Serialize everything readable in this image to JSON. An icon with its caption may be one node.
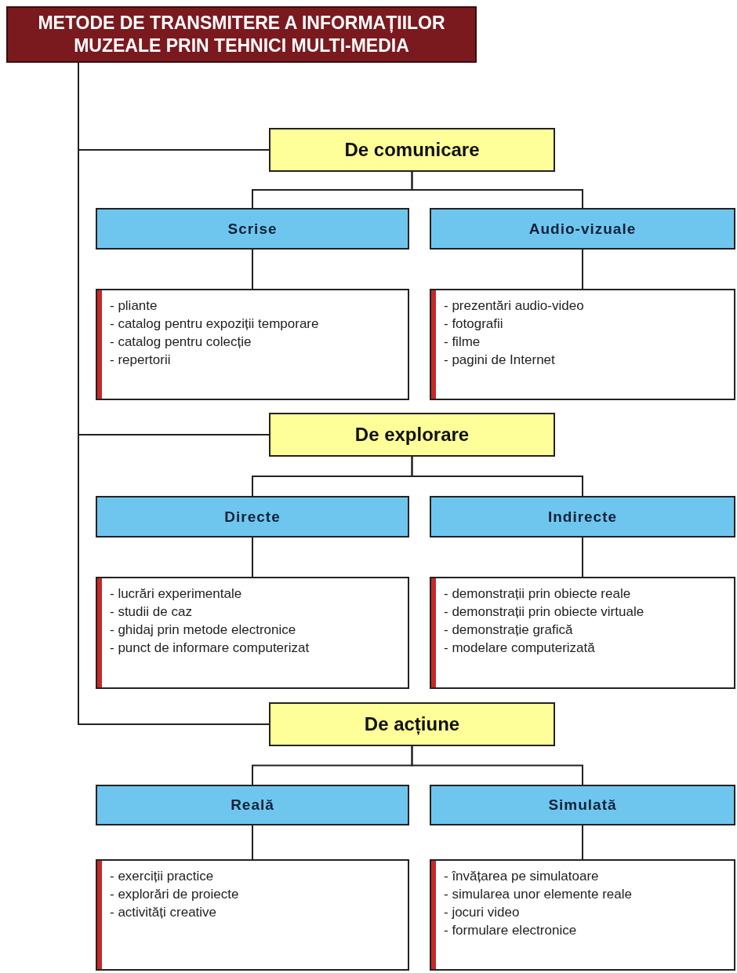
{
  "diagram": {
    "nodes": [
      {
        "text": [
          "METODE DE TRANSMITERE A INFORMAȚIILOR MUZEALE PRIN TEHNICI MULTI-MEDIA"
        ]
      },
      {
        "text": [
          "De comunicare"
        ]
      },
      {
        "text": [
          "Scrise"
        ]
      },
      {
        "text": [
          "Audio-vizuale"
        ]
      },
      {
        "text": [
          "- pliante",
          "- catalog pentru expoziții temporare",
          "- catalog pentru colecție",
          "- repertorii"
        ]
      },
      {
        "text": [
          "- prezentări audio-video",
          "- fotografii",
          "- filme",
          "- pagini de Internet"
        ]
      },
      {
        "text": [
          "De explorare"
        ]
      },
      {
        "text": [
          "Directe"
        ]
      },
      {
        "text": [
          "Indirecte"
        ]
      },
      {
        "text": [
          "- lucrări experimentale",
          "- studii de caz",
          "- ghidaj prin metode electronice",
          "- punct de informare computerizat"
        ]
      },
      {
        "text": [
          "- demonstrații prin obiecte reale",
          "- demonstrații prin obiecte virtuale",
          "- demonstrație grafică",
          "- modelare computerizată"
        ]
      },
      {
        "text": [
          "De acțiune"
        ]
      },
      {
        "text": [
          "Reală"
        ]
      },
      {
        "text": [
          "Simulată"
        ]
      },
      {
        "text": [
          "- exerciții practice",
          "- explorări de proiecte",
          "- activități creative"
        ]
      },
      {
        "text": [
          "- învățarea pe simulatoare",
          "- simularea unor elemente reale",
          "- jocuri video",
          "- formulare electronice"
        ]
      }
    ],
    "edges": [
      {
        "from": 0,
        "to": 1,
        "arrow": "none"
      },
      {
        "from": 0,
        "to": 6,
        "arrow": "none"
      },
      {
        "from": 0,
        "to": 11,
        "arrow": "none"
      },
      {
        "from": 1,
        "to": 2,
        "arrow": "none"
      },
      {
        "from": 1,
        "to": 3,
        "arrow": "none"
      },
      {
        "from": 2,
        "to": 4,
        "arrow": "none"
      },
      {
        "from": 3,
        "to": 5,
        "arrow": "none"
      },
      {
        "from": 6,
        "to": 7,
        "arrow": "none"
      },
      {
        "from": 6,
        "to": 8,
        "arrow": "none"
      },
      {
        "from": 7,
        "to": 9,
        "arrow": "none"
      },
      {
        "from": 8,
        "to": 10,
        "arrow": "none"
      },
      {
        "from": 11,
        "to": 12,
        "arrow": "none"
      },
      {
        "from": 11,
        "to": 13,
        "arrow": "none"
      },
      {
        "from": 12,
        "to": 14,
        "arrow": "none"
      },
      {
        "from": 13,
        "to": 15,
        "arrow": "none"
      }
    ]
  }
}
